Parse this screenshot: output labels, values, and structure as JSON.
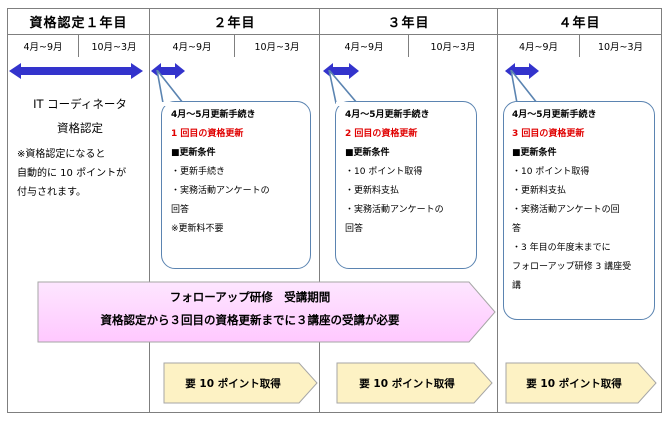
{
  "header": {
    "years": [
      "資格認定１年目",
      "２年目",
      "３年目",
      "４年目"
    ],
    "terms": [
      "4月~9月",
      "10月~3月",
      "4月~9月",
      "10月~3月",
      "4月~9月",
      "10月~3月",
      "4月~9月",
      "10月~3月"
    ]
  },
  "year1": {
    "title_line1": "IT コーディネータ",
    "title_line2": "資格認定",
    "note_line1": "※資格認定になると",
    "note_line2": "自動的に 10 ポイントが",
    "note_line3": "付与されます。"
  },
  "callouts": [
    {
      "title": "4月～5月更新手続き",
      "renewal": "1 回目の資格更新",
      "conditions_label": "■更新条件",
      "lines": [
        "・更新手続き",
        "・実務活動アンケートの",
        "回答",
        "※更新料不要"
      ]
    },
    {
      "title": "4月～5月更新手続き",
      "renewal": "2 回目の資格更新",
      "conditions_label": "■更新条件",
      "lines": [
        "・10 ポイント取得",
        "・更新料支払",
        "・実務活動アンケートの",
        "回答"
      ]
    },
    {
      "title": "4月～5月更新手続き",
      "renewal": "3 回目の資格更新",
      "conditions_label": "■更新条件",
      "lines": [
        "・10 ポイント取得",
        "・更新料支払",
        "・実務活動アンケートの回",
        "答",
        "・3 年目の年度末までに",
        "フォローアップ研修 3 講座受",
        "講"
      ]
    }
  ],
  "band": {
    "line1": "フォローアップ研修　受講期間",
    "line2": "資格認定から３回目の資格更新までに３講座の受講が必要"
  },
  "points_boxes": [
    "要 10 ポイント取得",
    "要 10 ポイント取得",
    "要 10 ポイント取得"
  ],
  "colors": {
    "arrow_blue": "#3333cc",
    "callout_border": "#5b84b1",
    "band_pink": "#ffc8ff",
    "box_yellow": "#fdf2c4",
    "renewal_red": "#e00000"
  }
}
